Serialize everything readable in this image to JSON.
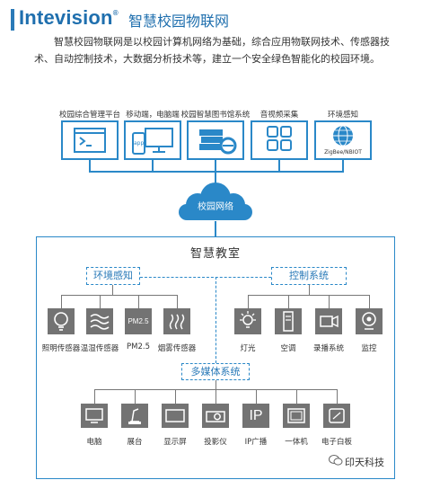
{
  "header": {
    "brand": "Intevision",
    "reg": "®",
    "title_cn": "智慧校园物联网",
    "intro": "智慧校园物联网是以校园计算机网络为基础，综合应用物联网技术、传感器技术、自动控制技术，大数据分析技术等，建立一个安全绿色智能化的校园环境。"
  },
  "top_systems": [
    {
      "label": "校园综合管理平台",
      "icon": "terminal-icon"
    },
    {
      "label": "移动端，电脑端",
      "icon": "devices-icon"
    },
    {
      "label": "校园智慧图书馆系统",
      "icon": "library-icon"
    },
    {
      "label": "音视频采集",
      "icon": "grid-icon"
    },
    {
      "label": "环境感知",
      "icon": "globe-icon",
      "badge": "ZigBee/NBIOT"
    }
  ],
  "top_icon_text": {
    "app": "app"
  },
  "cloud": {
    "label": "校园网络"
  },
  "classroom": {
    "title": "智慧教室",
    "env": {
      "label": "环境感知",
      "items": [
        {
          "label": "照明传感器",
          "icon": "bulb-icon"
        },
        {
          "label": "温湿传感器",
          "icon": "waves-icon"
        },
        {
          "label": "PM2.5",
          "icon": "pm25-icon",
          "icon_text": "PM2.5"
        },
        {
          "label": "烟雾传感器",
          "icon": "smoke-icon"
        }
      ]
    },
    "control": {
      "label": "控制系统",
      "items": [
        {
          "label": "灯光",
          "icon": "light-icon"
        },
        {
          "label": "空调",
          "icon": "aircon-icon"
        },
        {
          "label": "录播系统",
          "icon": "video-icon"
        },
        {
          "label": "监控",
          "icon": "camera-icon"
        }
      ]
    },
    "media": {
      "label": "多媒体系统",
      "items": [
        {
          "label": "电脑",
          "icon": "computer-icon"
        },
        {
          "label": "展台",
          "icon": "booth-icon"
        },
        {
          "label": "显示屏",
          "icon": "display-icon"
        },
        {
          "label": "投影仪",
          "icon": "projector-icon"
        },
        {
          "label": "IP广播",
          "icon": "ip-icon",
          "icon_text": "IP"
        },
        {
          "label": "一体机",
          "icon": "allinone-icon"
        },
        {
          "label": "电子白板",
          "icon": "whiteboard-icon"
        }
      ]
    }
  },
  "watermark": "印天科技",
  "colors": {
    "brand": "#1f6fae",
    "line": "#2a88c8",
    "icon_gray": "#737373"
  }
}
